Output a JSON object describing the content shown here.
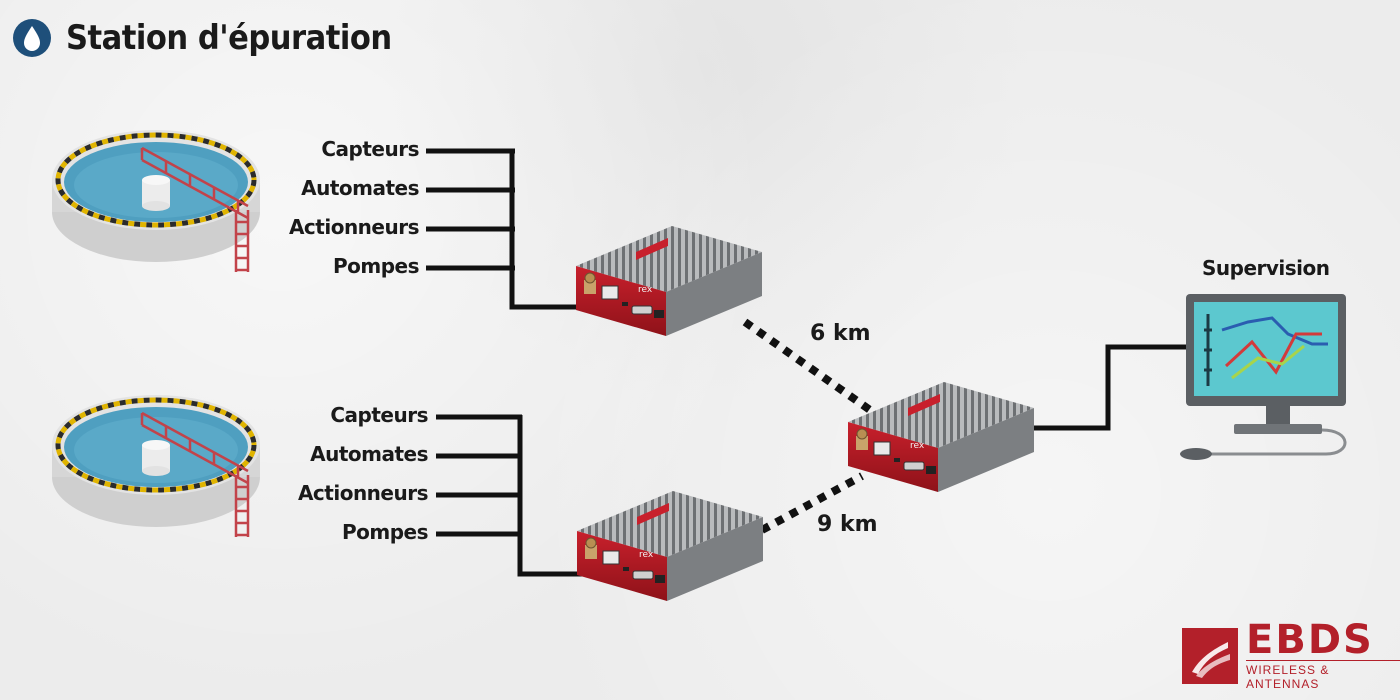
{
  "header": {
    "title": "Station d'épuration",
    "icon": "water-drop-icon"
  },
  "site_top": {
    "inputs": [
      "Capteurs",
      "Automates",
      "Actionneurs",
      "Pompes"
    ]
  },
  "site_bottom": {
    "inputs": [
      "Capteurs",
      "Automates",
      "Actionneurs",
      "Pompes"
    ]
  },
  "links": {
    "top_distance": "6 km",
    "bottom_distance": "9 km"
  },
  "supervision": {
    "label": "Supervision"
  },
  "logo": {
    "name": "EBDS",
    "tagline": "WIRELESS & ANTENNAS"
  },
  "colors": {
    "brand_red": "#b3202a",
    "water": "#4f9fc0",
    "wire": "#111111",
    "screen": "#5cc8cf"
  }
}
